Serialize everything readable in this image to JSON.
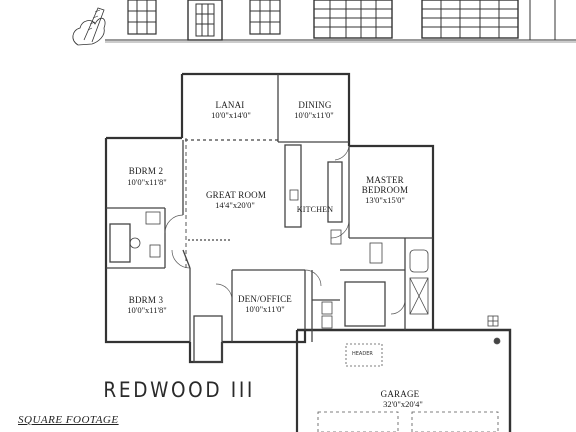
{
  "plan_name": "REDWOOD III",
  "square_footage_label": "SQUARE FOOTAGE",
  "rooms": {
    "lanai": {
      "name": "LANAI",
      "dims": "10'0\"x14'0\""
    },
    "dining": {
      "name": "DINING",
      "dims": "10'0\"x11'0\""
    },
    "bdrm2": {
      "name": "BDRM 2",
      "dims": "10'0\"x11'8\""
    },
    "great_room": {
      "name": "GREAT ROOM",
      "dims": "14'4\"x20'0\""
    },
    "kitchen": {
      "name": "KITCHEN"
    },
    "master": {
      "name": "MASTER",
      "name2": "BEDROOM",
      "dims": "13'0\"x15'0\""
    },
    "bdrm3": {
      "name": "BDRM 3",
      "dims": "10'0\"x11'8\""
    },
    "den": {
      "name": "DEN/OFFICE",
      "dims": "10'0\"x11'0\""
    },
    "garage": {
      "name": "GARAGE",
      "dims": "32'0\"x20'4\""
    }
  },
  "notes": {
    "header_note": "HEADER"
  }
}
